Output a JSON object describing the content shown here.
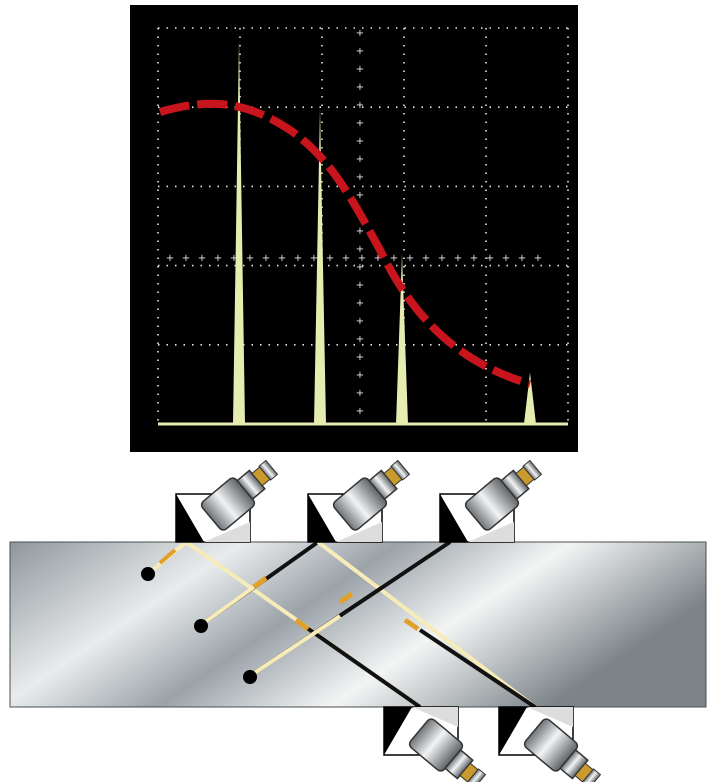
{
  "screen": {
    "background": "#000000",
    "grid_color": "#e8e8e8",
    "trace_color": "#e6ecb0",
    "dac_color": "#c8141c",
    "peak_amplitudes": [
      0.97,
      0.8,
      0.43,
      0.13
    ],
    "dac_curve_label": "",
    "grid_divisions": {
      "x": 5,
      "y": 5
    }
  },
  "specimen": {
    "gradient": [
      "#8f969c",
      "#e9eced",
      "#9ba2a8",
      "#f3f5f5",
      "#7d8489"
    ],
    "border_color": "#4a4f53"
  },
  "probes": {
    "top_count": 3,
    "bottom_count": 2,
    "wedge_color": "#000000",
    "body_color": "#a9adb1"
  },
  "reflectors": {
    "count": 3,
    "color": "#000000"
  },
  "beams": {
    "color_hot": "#f7ecb8",
    "color_mid": "#e0a02a",
    "color_cold": "#111111"
  }
}
